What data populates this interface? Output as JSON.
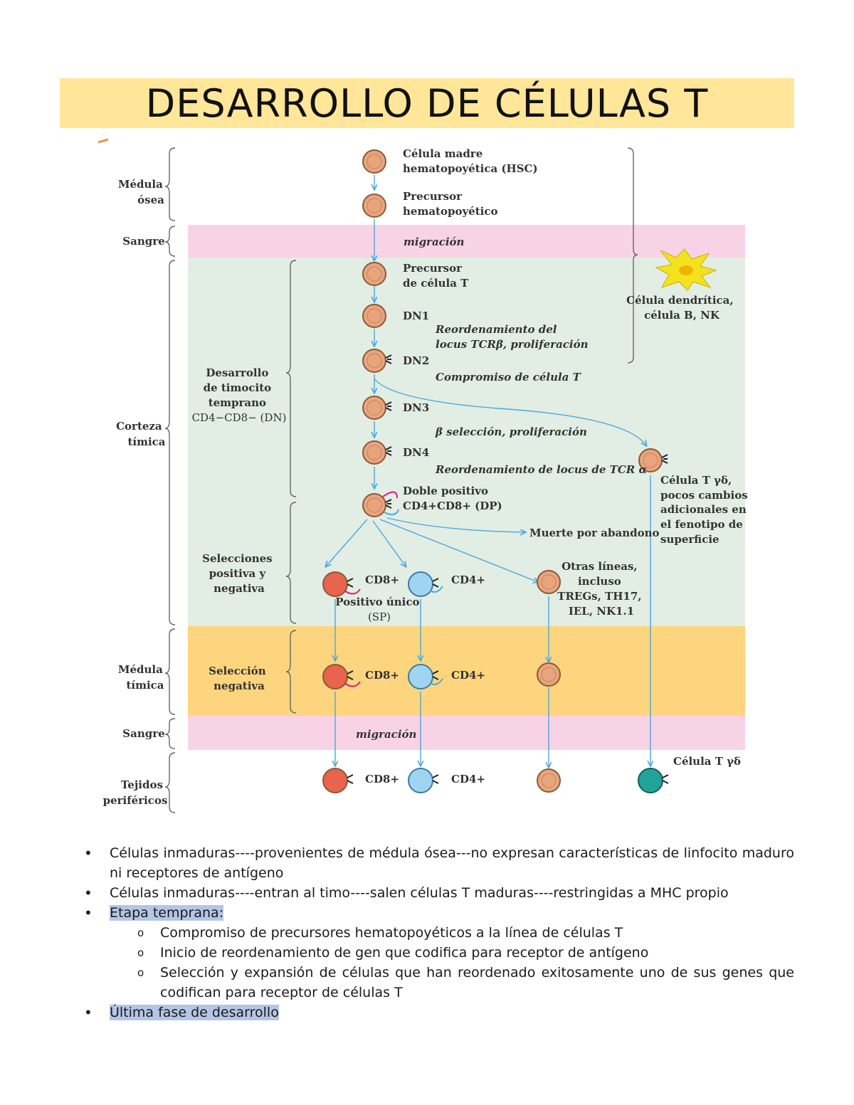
{
  "title": "DESARROLLO DE CÉLULAS T",
  "colors": {
    "title_bg": "#ffe699",
    "band_pink": "#f8d3e6",
    "band_green": "#e2ede4",
    "band_orange": "#fdd57e",
    "cell_peach": "#e8a57d",
    "cell_red": "#e8644c",
    "cell_blue": "#9fd4f2",
    "cell_teal": "#21a39a",
    "arrow": "#4aa8dc",
    "dendritic": "#f5e21f",
    "highlight": "#b4c6e7"
  },
  "figure": {
    "regions": {
      "medula_osea": "Médula\nósea",
      "sangre_1": "Sangre",
      "corteza": "Corteza\ntímica",
      "medula_timica": "Médula\ntímica",
      "sangre_2": "Sangre",
      "tejidos": "Tejidos\nperiféricos"
    },
    "bands": {
      "migracion_1": "migración",
      "migracion_2": "migración"
    },
    "stages": {
      "desarrollo": "Desarrollo\nde timocito\ntemprano\nCD4−CD8− (DN)",
      "selecciones": "Selecciones\npositiva y\nnegativa",
      "seleccion_negativa": "Selección\nnegativa"
    },
    "cells": {
      "hsc": "Célula madre\nhematopoyética (HSC)",
      "precursor": "Precursor\nhematopoyético",
      "precursor_t": "Precursor\nde célula T",
      "dn1": "DN1",
      "dn2": "DN2",
      "dn3": "DN3",
      "dn4": "DN4",
      "dp": "Doble positivo\nCD4+CD8+ (DP)",
      "cd8": "CD8+",
      "cd4": "CD4+",
      "sp": "Positivo único\n(SP)",
      "otras": "Otras líneas,\nincluso\nTREGs, TH17,\nIEL, NK1.1",
      "gd_cortex": "Célula T γδ,\npocos cambios\nadicionales en\nel fenotipo de\nsuperficie",
      "gd_final": "Célula T γδ",
      "dendritica": "Célula dendrítica,\ncélula B, NK"
    },
    "events": {
      "reord_tcrb": "Reordenamiento del\nlocus TCRβ, proliferación",
      "compromiso": "Compromiso de célula T",
      "beta_sel": "β selección, proliferación",
      "reord_tcra": "Reordenamiento de locus de TCR α",
      "muerte": "Muerte por abandono"
    }
  },
  "bullets": [
    {
      "level": 1,
      "text": "Células inmaduras----provenientes de médula ósea---no expresan características de linfocito maduro ni receptores de antígeno",
      "highlight": false
    },
    {
      "level": 1,
      "text": "Células inmaduras----entran al timo----salen células T maduras----restringidas a MHC propio",
      "highlight": false
    },
    {
      "level": 1,
      "text": "Etapa temprana:",
      "highlight": true
    },
    {
      "level": 2,
      "text": "Compromiso de precursores hematopoyéticos a la línea de células T",
      "highlight": false
    },
    {
      "level": 2,
      "text": "Inicio de reordenamiento de gen que codifica para receptor de antígeno",
      "highlight": false
    },
    {
      "level": 2,
      "text": "Selección y expansión de células que han reordenado exitosamente uno de sus genes que codifican para receptor de células T",
      "highlight": false
    },
    {
      "level": 1,
      "text": "Última fase de desarrollo",
      "highlight": true
    }
  ]
}
